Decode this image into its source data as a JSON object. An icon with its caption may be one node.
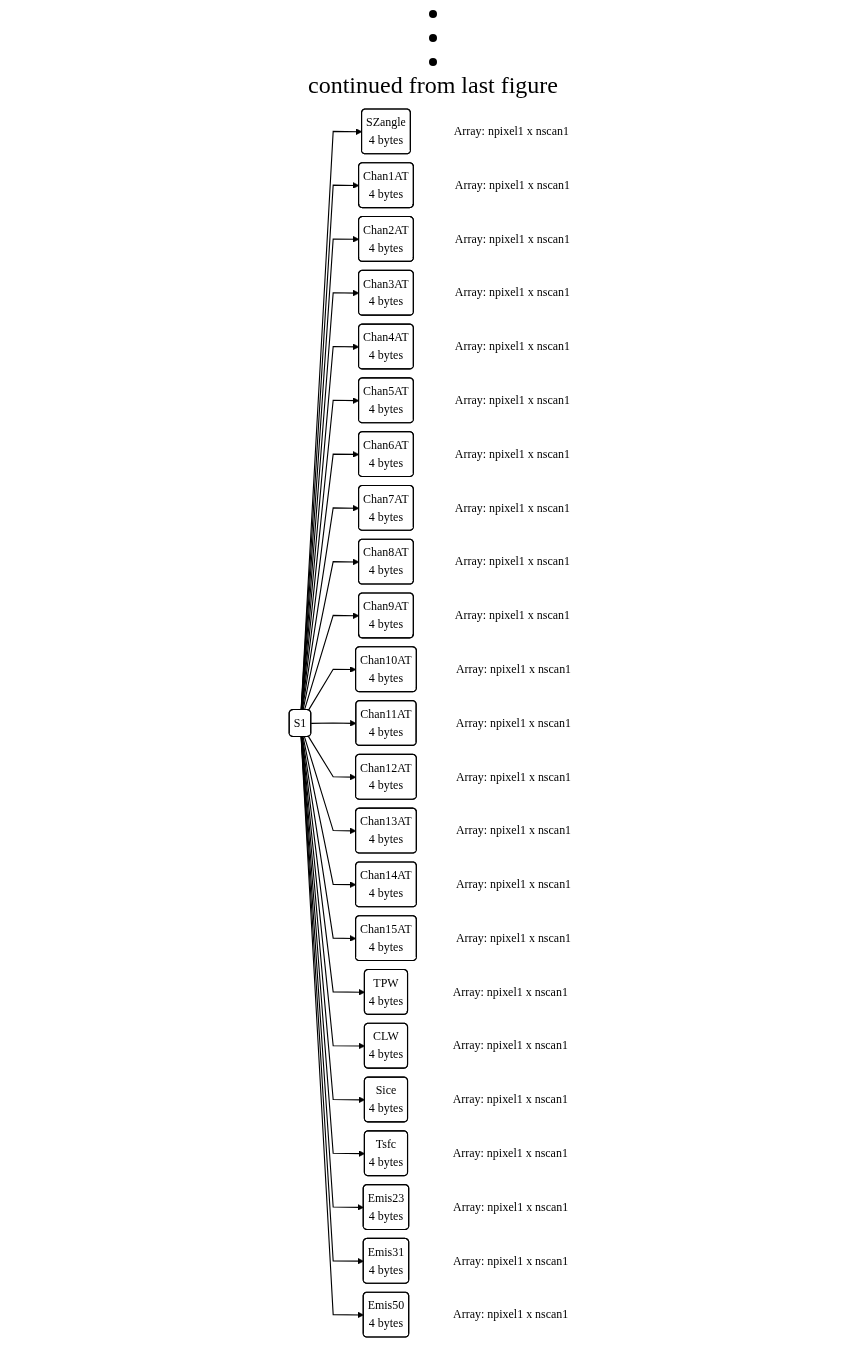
{
  "diagram": {
    "nodes": [
      {
        "text": [
          "S1"
        ]
      },
      {
        "text": [
          "SZangle",
          "4 bytes"
        ],
        "beside": [
          "Array: npixel1 x nscan1"
        ]
      },
      {
        "text": [
          "Chan1AT",
          "4 bytes"
        ],
        "beside": [
          "Array: npixel1 x nscan1"
        ]
      },
      {
        "text": [
          "Chan2AT",
          "4 bytes"
        ],
        "beside": [
          "Array: npixel1 x nscan1"
        ]
      },
      {
        "text": [
          "Chan3AT",
          "4 bytes"
        ],
        "beside": [
          "Array: npixel1 x nscan1"
        ]
      },
      {
        "text": [
          "Chan4AT",
          "4 bytes"
        ],
        "beside": [
          "Array: npixel1 x nscan1"
        ]
      },
      {
        "text": [
          "Chan5AT",
          "4 bytes"
        ],
        "beside": [
          "Array: npixel1 x nscan1"
        ]
      },
      {
        "text": [
          "Chan6AT",
          "4 bytes"
        ],
        "beside": [
          "Array: npixel1 x nscan1"
        ]
      },
      {
        "text": [
          "Chan7AT",
          "4 bytes"
        ],
        "beside": [
          "Array: npixel1 x nscan1"
        ]
      },
      {
        "text": [
          "Chan8AT",
          "4 bytes"
        ],
        "beside": [
          "Array: npixel1 x nscan1"
        ]
      },
      {
        "text": [
          "Chan9AT",
          "4 bytes"
        ],
        "beside": [
          "Array: npixel1 x nscan1"
        ]
      },
      {
        "text": [
          "Chan10AT",
          "4 bytes"
        ],
        "beside": [
          "Array: npixel1 x nscan1"
        ]
      },
      {
        "text": [
          "Chan11AT",
          "4 bytes"
        ],
        "beside": [
          "Array: npixel1 x nscan1"
        ]
      },
      {
        "text": [
          "Chan12AT",
          "4 bytes"
        ],
        "beside": [
          "Array: npixel1 x nscan1"
        ]
      },
      {
        "text": [
          "Chan13AT",
          "4 bytes"
        ],
        "beside": [
          "Array: npixel1 x nscan1"
        ]
      },
      {
        "text": [
          "Chan14AT",
          "4 bytes"
        ],
        "beside": [
          "Array: npixel1 x nscan1"
        ]
      },
      {
        "text": [
          "Chan15AT",
          "4 bytes"
        ],
        "beside": [
          "Array: npixel1 x nscan1"
        ]
      },
      {
        "text": [
          "TPW",
          "4 bytes"
        ],
        "beside": [
          "Array: npixel1 x nscan1"
        ]
      },
      {
        "text": [
          "CLW",
          "4 bytes"
        ],
        "beside": [
          "Array: npixel1 x nscan1"
        ]
      },
      {
        "text": [
          "Sice",
          "4 bytes"
        ],
        "beside": [
          "Array: npixel1 x nscan1"
        ]
      },
      {
        "text": [
          "Tsfc",
          "4 bytes"
        ],
        "beside": [
          "Array: npixel1 x nscan1"
        ]
      },
      {
        "text": [
          "Emis23",
          "4 bytes"
        ],
        "beside": [
          "Array: npixel1 x nscan1"
        ]
      },
      {
        "text": [
          "Emis31",
          "4 bytes"
        ],
        "beside": [
          "Array: npixel1 x nscan1"
        ]
      },
      {
        "text": [
          "Emis50",
          "4 bytes"
        ],
        "beside": [
          "Array: npixel1 x nscan1"
        ]
      }
    ],
    "edges": [
      {
        "from": 0,
        "to": 1,
        "arrow": "to"
      },
      {
        "from": 0,
        "to": 2,
        "arrow": "to"
      },
      {
        "from": 0,
        "to": 3,
        "arrow": "to"
      },
      {
        "from": 0,
        "to": 4,
        "arrow": "to"
      },
      {
        "from": 0,
        "to": 5,
        "arrow": "to"
      },
      {
        "from": 0,
        "to": 6,
        "arrow": "to"
      },
      {
        "from": 0,
        "to": 7,
        "arrow": "to"
      },
      {
        "from": 0,
        "to": 8,
        "arrow": "to"
      },
      {
        "from": 0,
        "to": 9,
        "arrow": "to"
      },
      {
        "from": 0,
        "to": 10,
        "arrow": "to"
      },
      {
        "from": 0,
        "to": 11,
        "arrow": "to"
      },
      {
        "from": 0,
        "to": 12,
        "arrow": "to"
      },
      {
        "from": 0,
        "to": 13,
        "arrow": "to"
      },
      {
        "from": 0,
        "to": 14,
        "arrow": "to"
      },
      {
        "from": 0,
        "to": 15,
        "arrow": "to"
      },
      {
        "from": 0,
        "to": 16,
        "arrow": "to"
      },
      {
        "from": 0,
        "to": 17,
        "arrow": "to"
      },
      {
        "from": 0,
        "to": 18,
        "arrow": "to"
      },
      {
        "from": 0,
        "to": 19,
        "arrow": "to"
      },
      {
        "from": 0,
        "to": 20,
        "arrow": "to"
      },
      {
        "from": 0,
        "to": 21,
        "arrow": "to"
      },
      {
        "from": 0,
        "to": 22,
        "arrow": "to"
      },
      {
        "from": 0,
        "to": 23,
        "arrow": "to"
      }
    ],
    "labels": [
      "continued from last figure"
    ]
  }
}
